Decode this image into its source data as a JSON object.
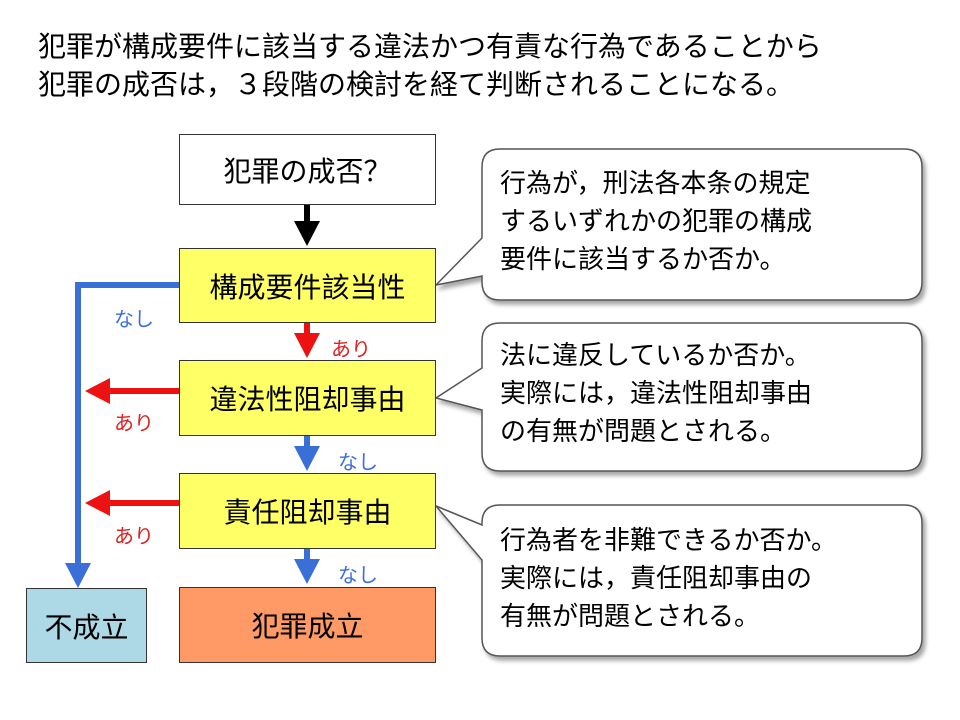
{
  "intro": {
    "line1": "犯罪が構成要件に該当する違法かつ有責な行為であることから",
    "line2": "犯罪の成否は，３段階の検討を経て判断されることになる。"
  },
  "boxes": {
    "start": "犯罪の成否？",
    "kouseiyouken": "構成要件該当性",
    "ihou": "違法性阻却事由",
    "sekinin": "責任阻却事由",
    "seiritsu": "犯罪成立",
    "fuseiritsu": "不成立"
  },
  "labels": {
    "nashi_left": "なし",
    "ari_down": "あり",
    "ari_left_1": "あり",
    "nashi_down_1": "なし",
    "ari_left_2": "あり",
    "nashi_down_2": "なし"
  },
  "callouts": {
    "c1": [
      "行為が，刑法各本条の規定",
      "するいずれかの犯罪の構成",
      "要件に該当するか否か。"
    ],
    "c2": [
      "法に違反しているか否か。",
      "実際には，違法性阻却事由",
      "の有無が問題とされる。"
    ],
    "c3": [
      "行為者を非難できるか否か。",
      "実際には，責任阻却事由の",
      "有無が問題とされる。"
    ]
  },
  "colors": {
    "blue_arrow": "#3a6fd8",
    "red_arrow": "#ee1111",
    "yellow_box": "#ffff66",
    "orange_box": "#ff9966",
    "blue_box": "#add8e6"
  }
}
